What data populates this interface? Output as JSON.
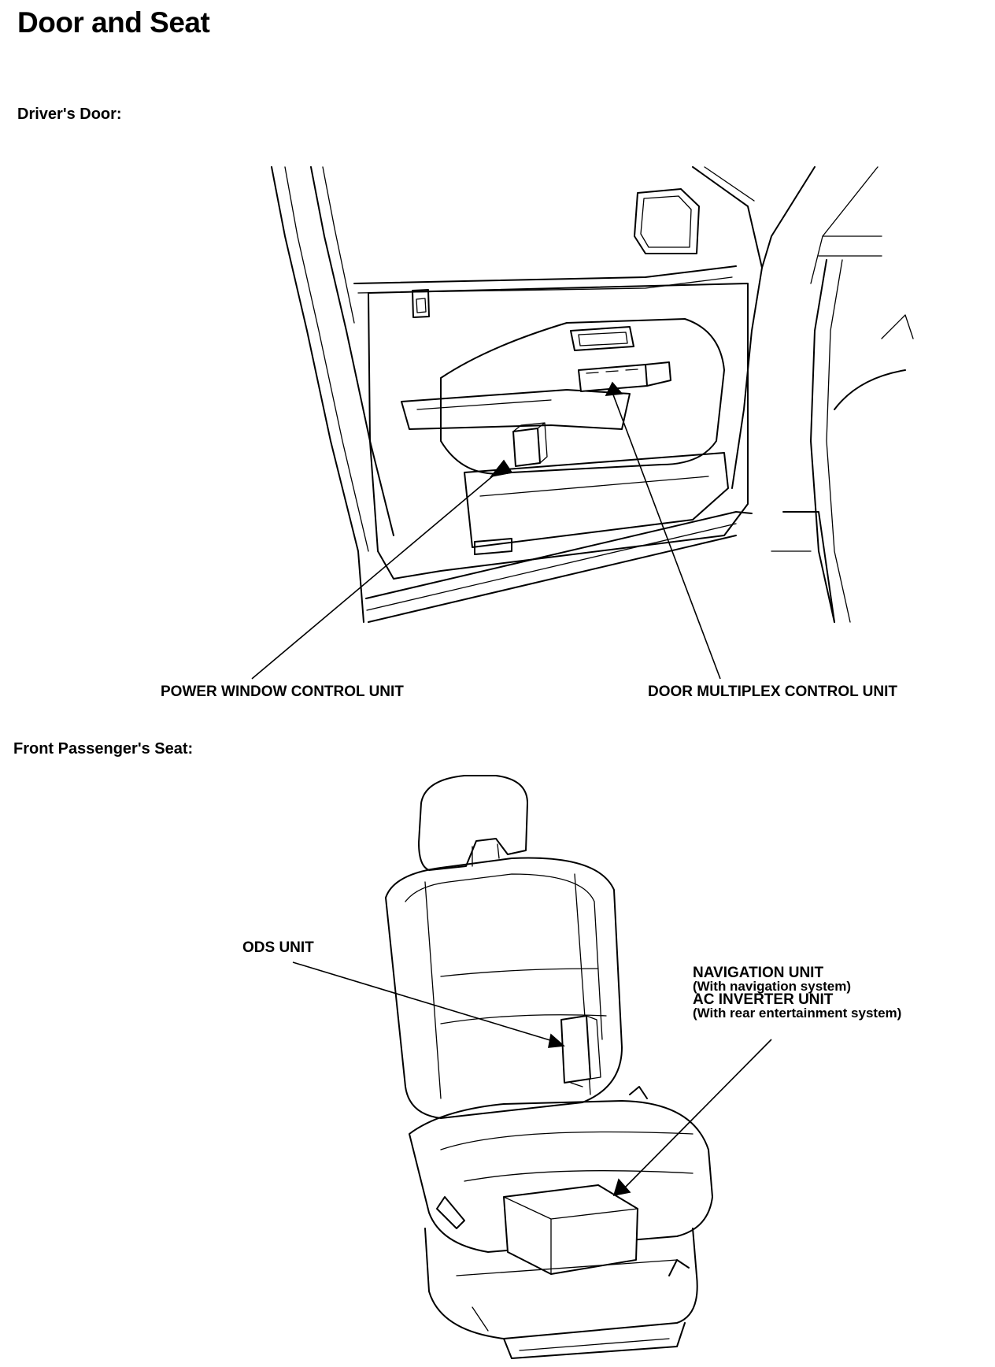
{
  "page": {
    "title": "Door and Seat"
  },
  "drivers_door": {
    "heading": "Driver's Door:",
    "labels": {
      "power_window": "POWER WINDOW CONTROL UNIT",
      "door_multiplex": "DOOR MULTIPLEX CONTROL UNIT"
    }
  },
  "front_passenger_seat": {
    "heading": "Front Passenger's Seat:",
    "labels": {
      "ods": "ODS UNIT",
      "navigation": "NAVIGATION UNIT",
      "navigation_note": "(With navigation system)",
      "ac_inverter": "AC INVERTER UNIT",
      "ac_inverter_note": "(With rear entertainment system)"
    }
  }
}
